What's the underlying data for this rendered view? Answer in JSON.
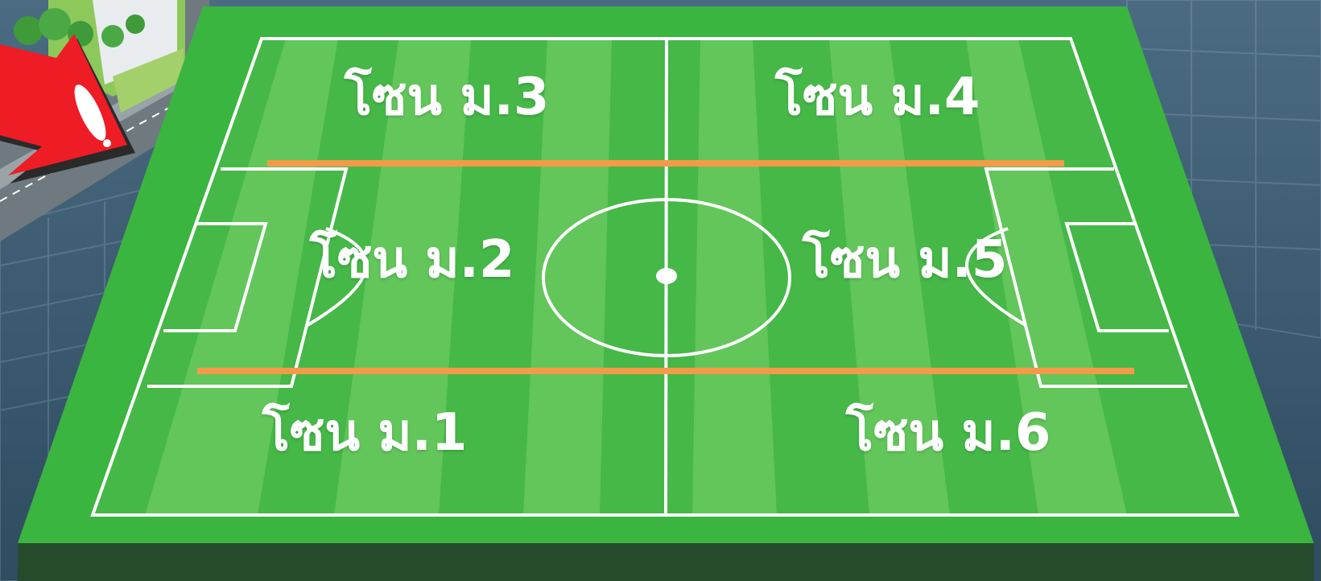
{
  "field": {
    "zones": [
      {
        "id": "m3",
        "label": "โซน ม.3"
      },
      {
        "id": "m4",
        "label": "โซน ม.4"
      },
      {
        "id": "m2",
        "label": "โซน ม.2"
      },
      {
        "id": "m5",
        "label": "โซน ม.5"
      },
      {
        "id": "m1",
        "label": "โซน ม.1"
      },
      {
        "id": "m6",
        "label": "โซน ม.6"
      }
    ],
    "divider_count": 2
  },
  "colors": {
    "background": "#3b5c74",
    "platform": "#3ab53f",
    "platform_side": "#264a2c",
    "stripe_light": "#62c65b",
    "stripe_dark": "#3db33f",
    "line": "#ffffff",
    "divider": "#f59a48",
    "arrow": "#ee1c25"
  },
  "icons": {
    "arrow": "red-arrow-icon",
    "street": "street-block-icon"
  }
}
